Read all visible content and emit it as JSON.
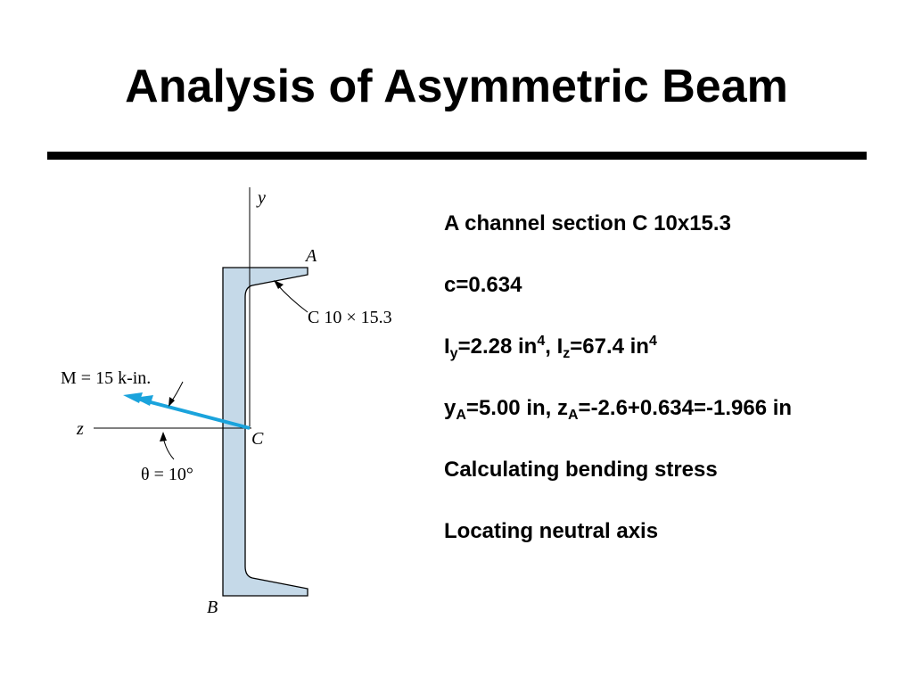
{
  "slide": {
    "title": "Analysis of Asymmetric Beam"
  },
  "diagram": {
    "axis_y_label": "y",
    "axis_z_label": "z",
    "point_a_label": "A",
    "point_b_label": "B",
    "point_c_label": "C",
    "section_label": "C 10 × 15.3",
    "moment_label": "M = 15 k-in.",
    "angle_label": "θ = 10°",
    "colors": {
      "section_fill": "#c5d9e8",
      "moment_arrow": "#1aa3dc"
    }
  },
  "info": {
    "line1": "A channel section C 10x15.3",
    "line2": "c=0.634",
    "line3": {
      "iy_var": "I",
      "iy_sub": "y",
      "iy_eq": "=2.28 in",
      "iy_exp": "4",
      "sep": ", ",
      "iz_var": "I",
      "iz_sub": "z",
      "iz_eq": "=67.4 in",
      "iz_exp": "4"
    },
    "line4": {
      "ya_var": "y",
      "ya_sub": "A",
      "ya_eq": "=5.00 in, ",
      "za_var": "z",
      "za_sub": "A",
      "za_eq": "=-2.6+0.634=-1.966 in"
    },
    "line5": "Calculating bending stress",
    "line6": "Locating neutral axis"
  }
}
